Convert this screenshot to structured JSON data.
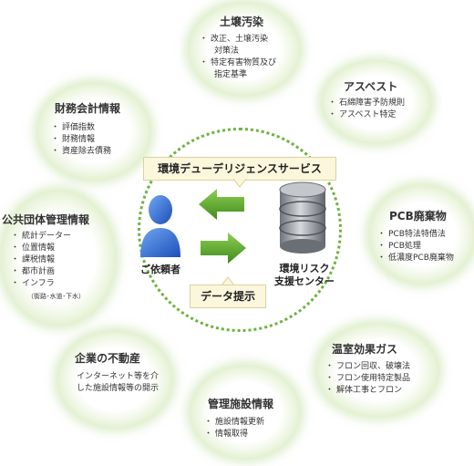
{
  "colors": {
    "ring": "#6cb33f",
    "arrow_green": "#5aa02c",
    "callout_bg": "#fbf7dc",
    "person_blue": "#2f6fd6",
    "server_gray": "#8a8f96"
  },
  "center": {
    "top_callout": "環境デューデリジェンスサービス",
    "bottom_callout": "データ提示",
    "client_label": "ご依頼者",
    "center_label_line1": "環境リスク",
    "center_label_line2": "支援センター",
    "client_icon": "person-icon",
    "server_icon": "database-server-icon"
  },
  "categories": {
    "soil": {
      "title": "土壌汚染",
      "items": [
        "改正、土壌汚染",
        "対策法",
        "特定有害物質及び",
        "指定基準"
      ]
    },
    "asbestos": {
      "title": "アスベスト",
      "items": [
        "石綿障害予防規則",
        "アスベスト特定"
      ]
    },
    "pcb": {
      "title": "PCB廃棄物",
      "items": [
        "PCB特法特借法",
        "PCB処理",
        "低濃度PCB廃棄物"
      ]
    },
    "greenhouse": {
      "title": "温室効果ガス",
      "items": [
        "フロン回収、破壊法",
        "フロン使用特定製品",
        "解体工事とフロン"
      ]
    },
    "facility": {
      "title": "管理施設情報",
      "items": [
        "施設情報更新",
        "情報取得"
      ]
    },
    "realestate": {
      "title": "企業の不動産",
      "text": "インターネット等を介した施設情報等の開示"
    },
    "public": {
      "title": "公共団体管理情報",
      "items": [
        "統計データー",
        "位置情報",
        "課税情報",
        "都市計画",
        "インフラ"
      ],
      "note": "（街路･水道･下水）"
    },
    "finance": {
      "title": "財務会計情報",
      "items": [
        "評価指数",
        "財務情報",
        "資産除去債務"
      ]
    }
  }
}
